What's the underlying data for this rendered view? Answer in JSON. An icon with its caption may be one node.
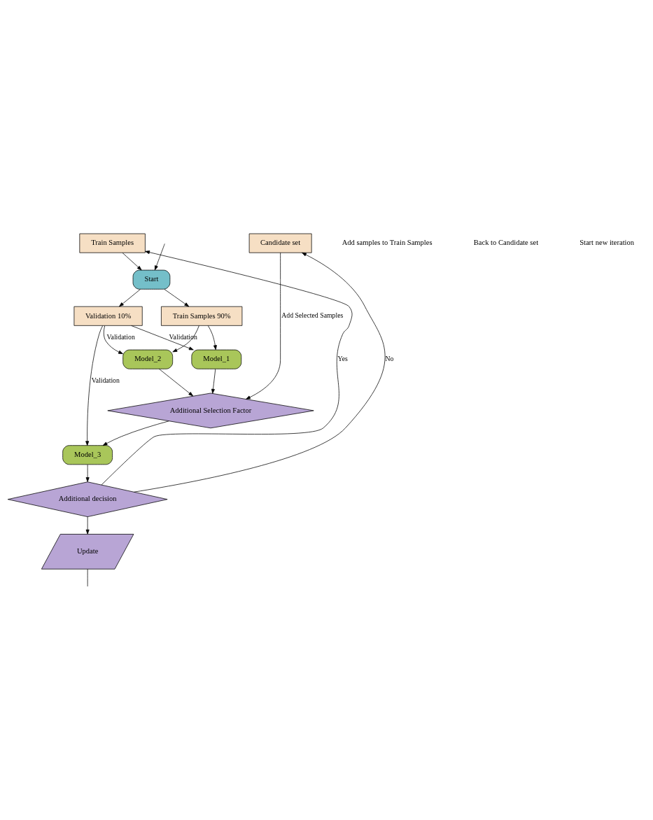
{
  "diagram": {
    "nodes": [
      {
        "text": [
          "Train Samples"
        ]
      },
      {
        "text": [
          "Candidate set"
        ]
      },
      {
        "text": [
          "Start"
        ]
      },
      {
        "text": [
          "Train Samples 90%"
        ]
      },
      {
        "text": [
          "Validation 10%"
        ]
      },
      {
        "text": [
          "Model_1"
        ]
      },
      {
        "text": [
          "Model_2"
        ]
      },
      {
        "text": [
          "Additional Selection Factor"
        ]
      },
      {
        "text": [
          "Model_3"
        ]
      },
      {
        "text": [
          "Additional decision"
        ]
      },
      {
        "text": [
          "Update"
        ]
      }
    ],
    "edges": [
      {
        "from": 0,
        "to": 2,
        "arrow": "to"
      },
      {
        "from": null,
        "to": 2,
        "arrow": "to"
      },
      {
        "from": 2,
        "to": 3,
        "arrow": "to"
      },
      {
        "from": 2,
        "to": 4,
        "arrow": "to"
      },
      {
        "from": 3,
        "to": 5,
        "arrow": "to"
      },
      {
        "from": 3,
        "to": 6,
        "arrow": "to"
      },
      {
        "from": 4,
        "to": 5,
        "arrow": "to",
        "label": "Validation"
      },
      {
        "from": 4,
        "to": 6,
        "arrow": "to",
        "label": "Validation"
      },
      {
        "from": 1,
        "to": 7,
        "arrow": "to",
        "label": "Add Selected Samples"
      },
      {
        "from": 5,
        "to": 7,
        "arrow": "to"
      },
      {
        "from": 6,
        "to": 7,
        "arrow": "to"
      },
      {
        "from": 7,
        "to": 8,
        "arrow": "to"
      },
      {
        "from": 4,
        "to": 8,
        "arrow": "to",
        "label": "Validation"
      },
      {
        "from": 8,
        "to": 9,
        "arrow": "to"
      },
      {
        "from": 9,
        "to": 0,
        "arrow": "to",
        "label": "Yes"
      },
      {
        "from": 9,
        "to": 1,
        "arrow": "to",
        "label": "No"
      },
      {
        "from": 9,
        "to": 10,
        "arrow": "to"
      },
      {
        "from": 10,
        "to": null,
        "arrow": "none"
      }
    ],
    "labels": [
      "Add samples to Train Samples",
      "Back to Candidate set",
      "Start new iteration"
    ]
  }
}
